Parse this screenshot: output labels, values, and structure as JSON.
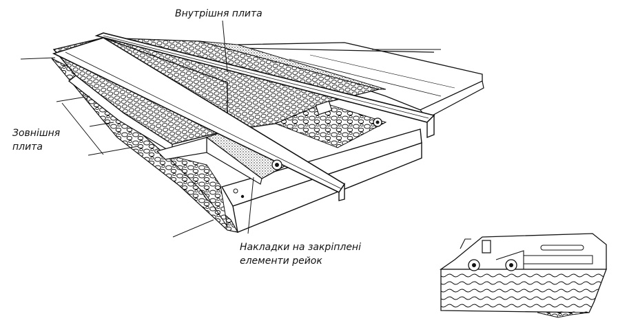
{
  "labels": {
    "inner_plate": "Внутрішня плита",
    "outer_plate_line1": "Зовнішня",
    "outer_plate_line2": "плита",
    "joints_line1": "Накладки на закріплені",
    "joints_line2": "елементи рейок"
  },
  "colors": {
    "ink": "#111111",
    "paper": "#ffffff"
  }
}
